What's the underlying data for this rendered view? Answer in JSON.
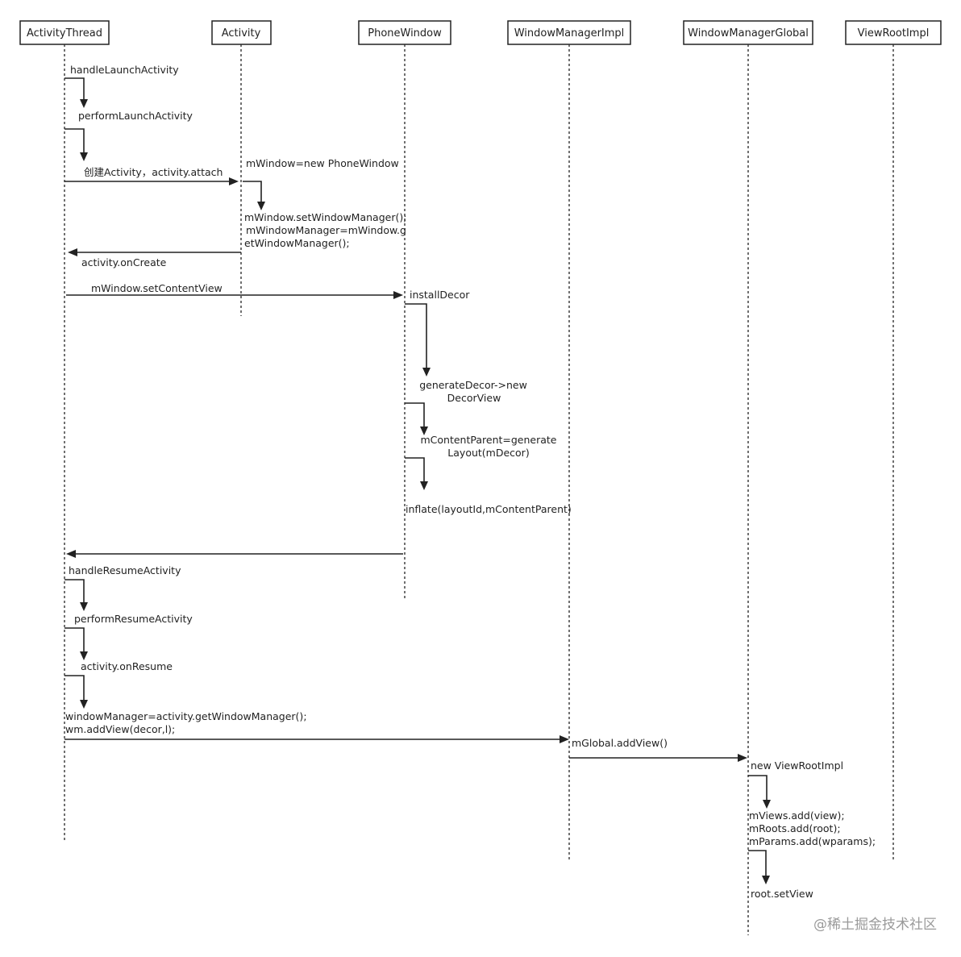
{
  "participants": [
    {
      "id": "activity-thread",
      "label": "ActivityThread"
    },
    {
      "id": "activity",
      "label": "Activity"
    },
    {
      "id": "phone-window",
      "label": "PhoneWindow"
    },
    {
      "id": "window-manager-impl",
      "label": "WindowManagerImpl"
    },
    {
      "id": "window-manager-global",
      "label": "WindowManagerGlobal"
    },
    {
      "id": "view-root-impl",
      "label": "ViewRootImpl"
    }
  ],
  "messages": [
    {
      "id": "handle-launch-activity",
      "lines": [
        "handleLaunchActivity"
      ]
    },
    {
      "id": "perform-launch-activity",
      "lines": [
        "performLaunchActivity"
      ]
    },
    {
      "id": "create-activity-attach",
      "lines": [
        "创建Activity，activity.attach"
      ]
    },
    {
      "id": "new-phone-window",
      "lines": [
        "mWindow=new PhoneWindow"
      ]
    },
    {
      "id": "set-window-manager",
      "lines": [
        "mWindow.setWindowManager();",
        "mWindowManager=mWindow.g",
        "etWindowManager();"
      ]
    },
    {
      "id": "activity-on-create",
      "lines": [
        "activity.onCreate"
      ]
    },
    {
      "id": "set-content-view",
      "lines": [
        "mWindow.setContentView"
      ]
    },
    {
      "id": "install-decor",
      "lines": [
        "installDecor"
      ]
    },
    {
      "id": "generate-decor",
      "lines": [
        "generateDecor->new",
        "DecorView"
      ]
    },
    {
      "id": "generate-layout",
      "lines": [
        "mContentParent=generate",
        "Layout(mDecor)"
      ]
    },
    {
      "id": "inflate",
      "lines": [
        "inflate(layoutId,mContentParent)"
      ]
    },
    {
      "id": "return-to-thread",
      "lines": []
    },
    {
      "id": "handle-resume-activity",
      "lines": [
        "handleResumeActivity"
      ]
    },
    {
      "id": "perform-resume-activity",
      "lines": [
        "performResumeActivity"
      ]
    },
    {
      "id": "activity-on-resume",
      "lines": [
        "activity.onResume"
      ]
    },
    {
      "id": "add-view",
      "lines": [
        "windowManager=activity.getWindowManager();",
        "wm.addView(decor,l);"
      ]
    },
    {
      "id": "global-add-view",
      "lines": [
        "mGlobal.addView()"
      ]
    },
    {
      "id": "new-view-root-impl",
      "lines": [
        "new ViewRootImpl"
      ]
    },
    {
      "id": "add-views-roots-params",
      "lines": [
        "mViews.add(view);",
        "mRoots.add(root);",
        "mParams.add(wparams);"
      ]
    },
    {
      "id": "root-set-view",
      "lines": [
        "root.setView"
      ]
    }
  ],
  "watermark": "@稀土掘金技术社区"
}
